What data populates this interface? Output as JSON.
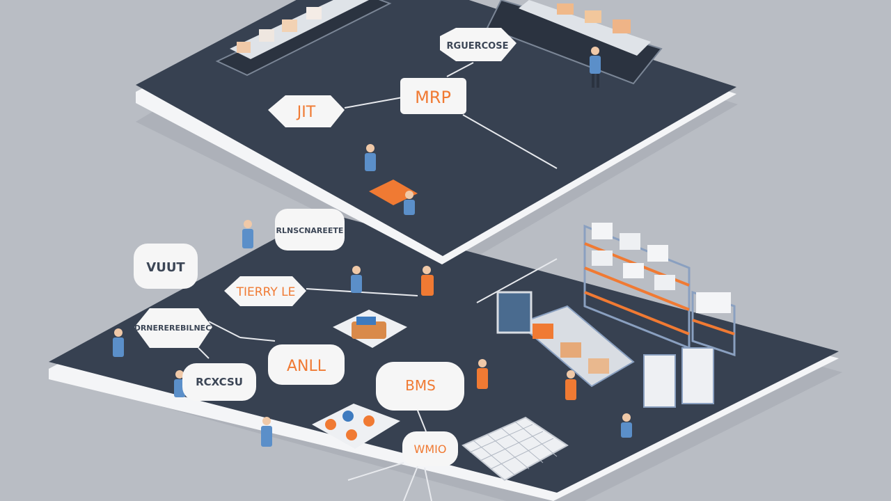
{
  "labels": {
    "top_right_bubble": "RGUERCOSE",
    "jit": "JIT",
    "mrp": "MRP",
    "mid_bubble": "RLNSCNAREETE",
    "left_bubble": "VUUT",
    "tiferry": "TIERRY LE",
    "left_long": "DRNEREREBILNEC",
    "rcsn": "RCXCSU",
    "bars": "ANLL",
    "bms": "BMS",
    "wmio": "WMIO"
  },
  "colors": {
    "background": "#b9bdc4",
    "platform_top": "#374151",
    "platform_edge": "#f4f5f7",
    "accent_orange": "#f07a33",
    "bubble_fill": "#f6f6f6",
    "worker_blue": "#5b8fc9"
  }
}
